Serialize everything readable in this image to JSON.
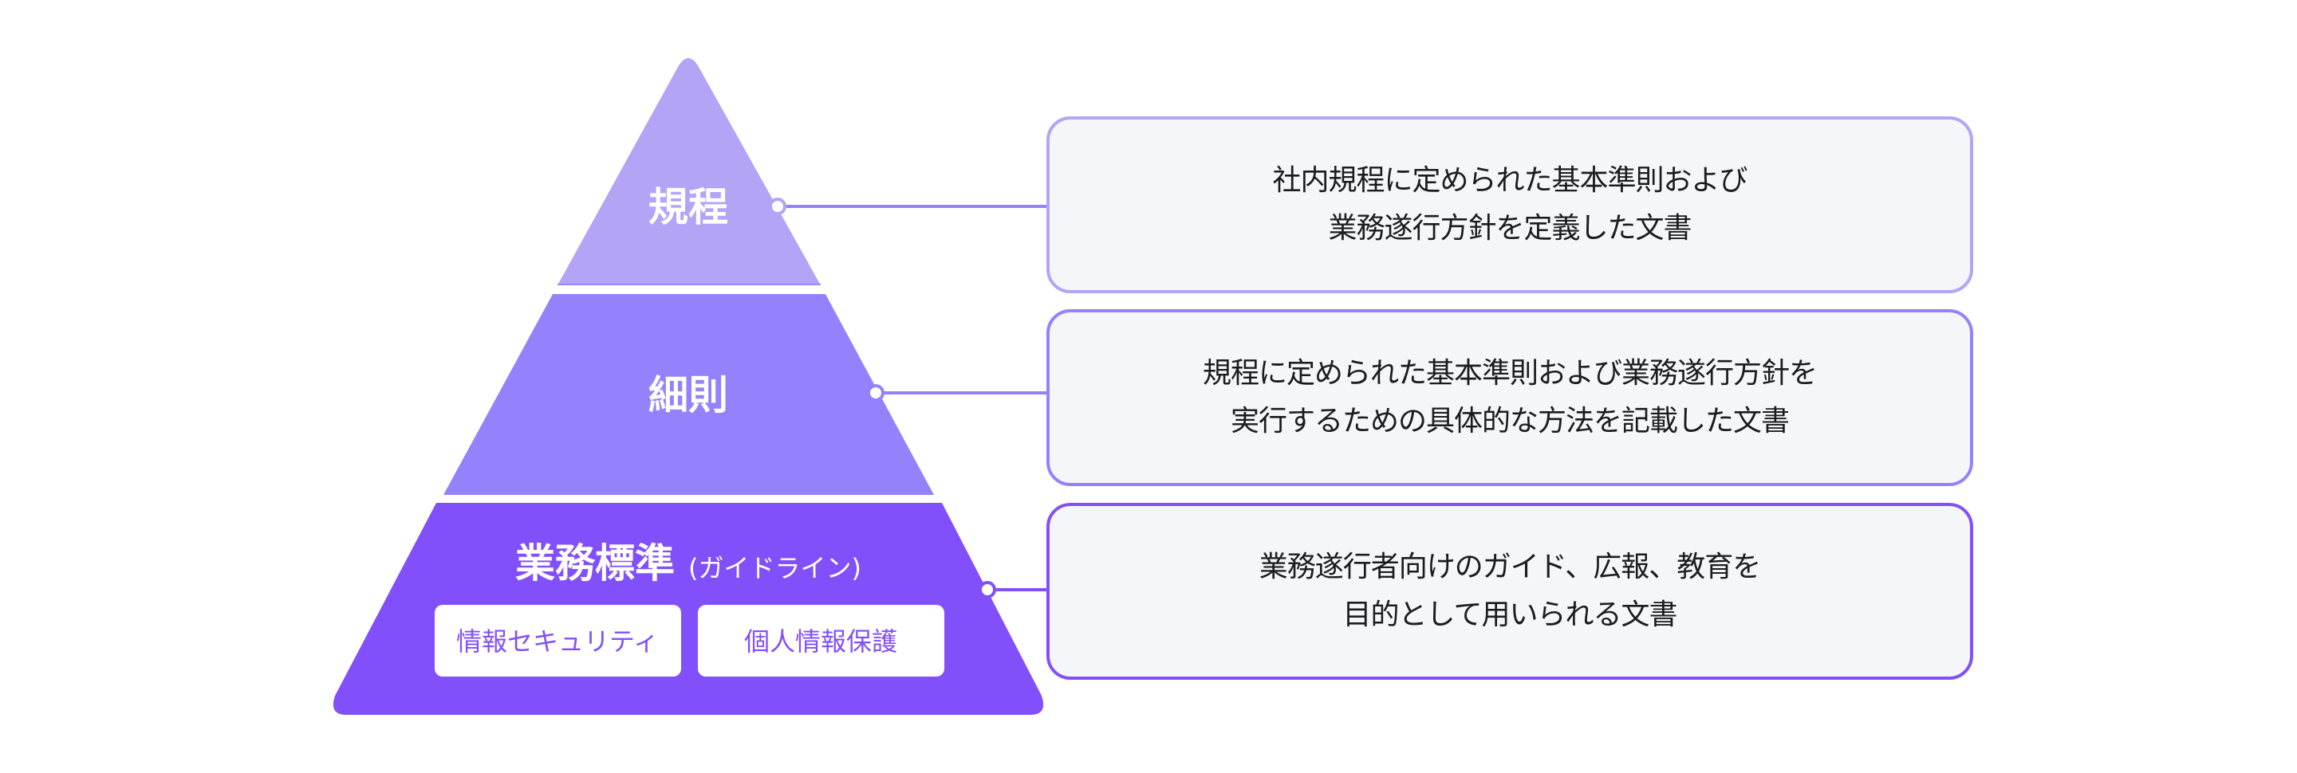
{
  "diagram": {
    "type": "pyramid",
    "colors": {
      "tier_top": "#b5a3f5",
      "tier_middle": "#9482fd",
      "tier_bottom": "#8250fa",
      "box_background": "#f5f6f9",
      "text_dark": "#1c1c1e",
      "text_light": "#ffffff"
    },
    "tiers": [
      {
        "label": "規程",
        "description_lines": [
          "社内規程に定められた基本準則および",
          "業務遂行方針を定義した文書"
        ]
      },
      {
        "label": "細則",
        "description_lines": [
          "規程に定められた基本準則および業務遂行方針を",
          "実行するための具体的な方法を記載した文書"
        ]
      },
      {
        "label": "業務標準",
        "sublabel": "(ガイドライン)",
        "chips": [
          "情報セキュリティ",
          "個人情報保護"
        ],
        "description_lines": [
          "業務遂行者向けのガイド、広報、教育を",
          "目的として用いられる文書"
        ]
      }
    ]
  }
}
